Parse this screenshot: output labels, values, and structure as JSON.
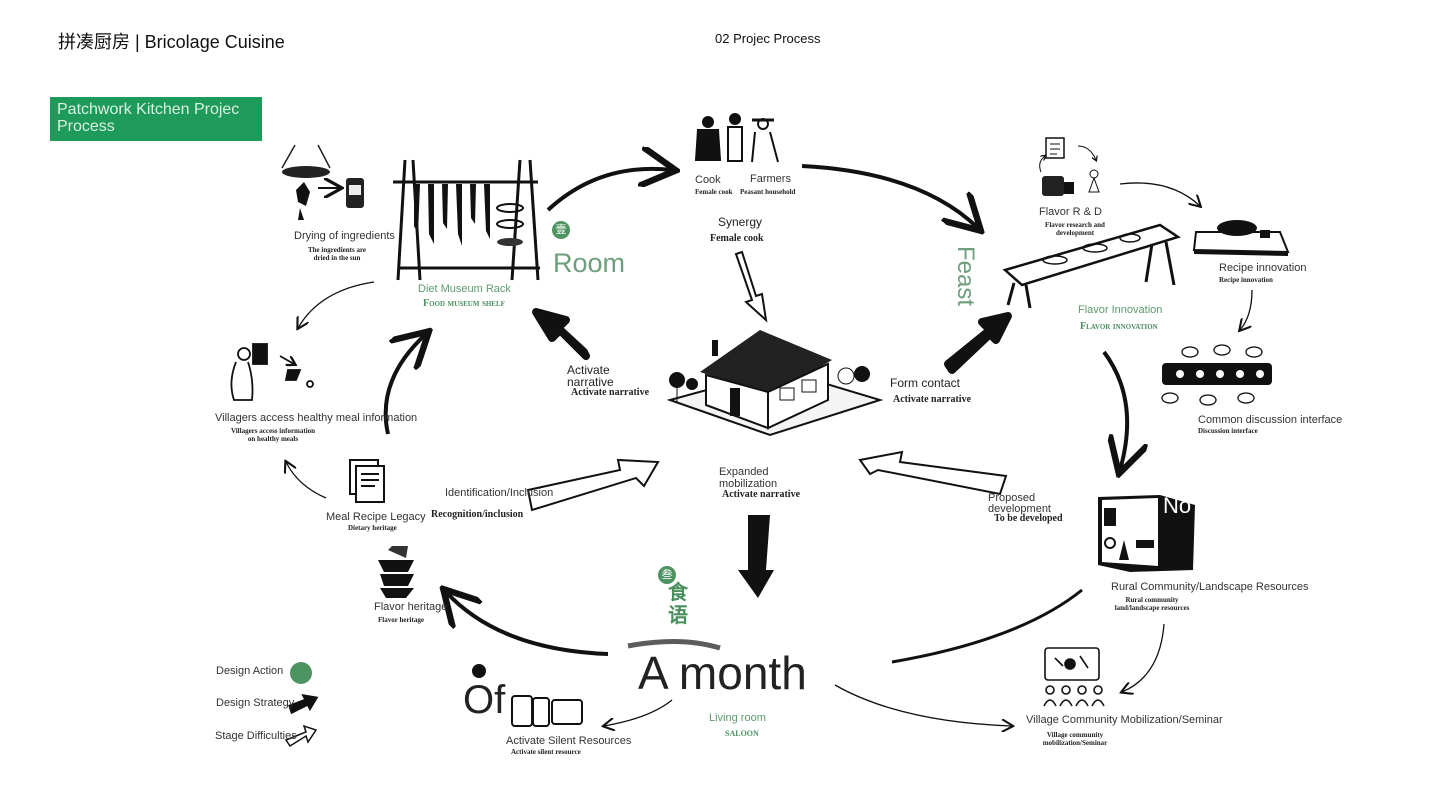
{
  "header": {
    "brand": "拼凑厨房 | Bricolage Cuisine",
    "section": "02 Projec Process",
    "title_box": "Patchwork Kitchen Projec Process"
  },
  "colors": {
    "accent_green": "#1e9a5a",
    "text_green": "#5d9a6c"
  },
  "nodes": {
    "drying": {
      "label": "Drying of ingredients",
      "sub": "The ingredients are dried in the sun"
    },
    "rack": {
      "label": "Diet Museum Rack",
      "sub": "Food museum shelf"
    },
    "room": {
      "badge": "壹",
      "word": "Room"
    },
    "actors": {
      "cook": "Cook",
      "cook_sub": "Female cook",
      "farmers": "Farmers",
      "farmers_sub": "Peasant household"
    },
    "synergy": {
      "label": "Synergy",
      "sub": "Female cook"
    },
    "feast": {
      "word": "Feast"
    },
    "flavor_rd": {
      "label": "Flavor R & D",
      "sub": "Flavor research and development"
    },
    "recipe_innovation": {
      "label": "Recipe innovation",
      "sub": "Recipe innovation"
    },
    "flavor_innovation": {
      "label": "Flavor Innovation",
      "sub": "Flavor innovation"
    },
    "discussion": {
      "label": "Common discussion interface",
      "sub": "Discussion interface"
    },
    "villagers": {
      "label": "Villagers access healthy meal information",
      "sub": "Villagers access information on healthy meals"
    },
    "activate_narrative_left": {
      "label": "Activate narrative",
      "sub": "Activate narrative"
    },
    "form_contact": {
      "label": "Form contact",
      "sub": "Activate narrative"
    },
    "meal_recipe": {
      "label": "Meal Recipe Legacy",
      "sub": "Dietary heritage"
    },
    "identification": {
      "label": "Identification/Inclusion",
      "sub": "Recognition/inclusion"
    },
    "expanded": {
      "label": "Expanded mobilization",
      "sub": "Activate narrative"
    },
    "proposed": {
      "label": "Proposed development",
      "sub": "To be developed"
    },
    "rural": {
      "label": "Rural Community/Landscape Resources",
      "sub": "Rural community land/landscape resources",
      "overlay": "No"
    },
    "flavor_heritage": {
      "label": "Flavor heritage",
      "sub": "Flavor heritage"
    },
    "shiyu": {
      "badge": "叁",
      "chars": "食语"
    },
    "month": {
      "word": "A month"
    },
    "of_word": "Of",
    "activate_silent": {
      "label": "Activate Silent Resources",
      "sub": "Activate silent resource"
    },
    "living_room": {
      "label": "Living room",
      "sub": "SALOON"
    },
    "village_mobilization": {
      "label": "Village Community Mobilization/Seminar",
      "sub": "Village community mobilization/Seminar"
    }
  },
  "legend": {
    "items": [
      {
        "label": "Design Action",
        "icon": "green-dot-icon"
      },
      {
        "label": "Design Strategy",
        "icon": "bold-arrow-icon"
      },
      {
        "label": "Stage Difficulties",
        "icon": "outline-arrow-icon"
      }
    ]
  }
}
